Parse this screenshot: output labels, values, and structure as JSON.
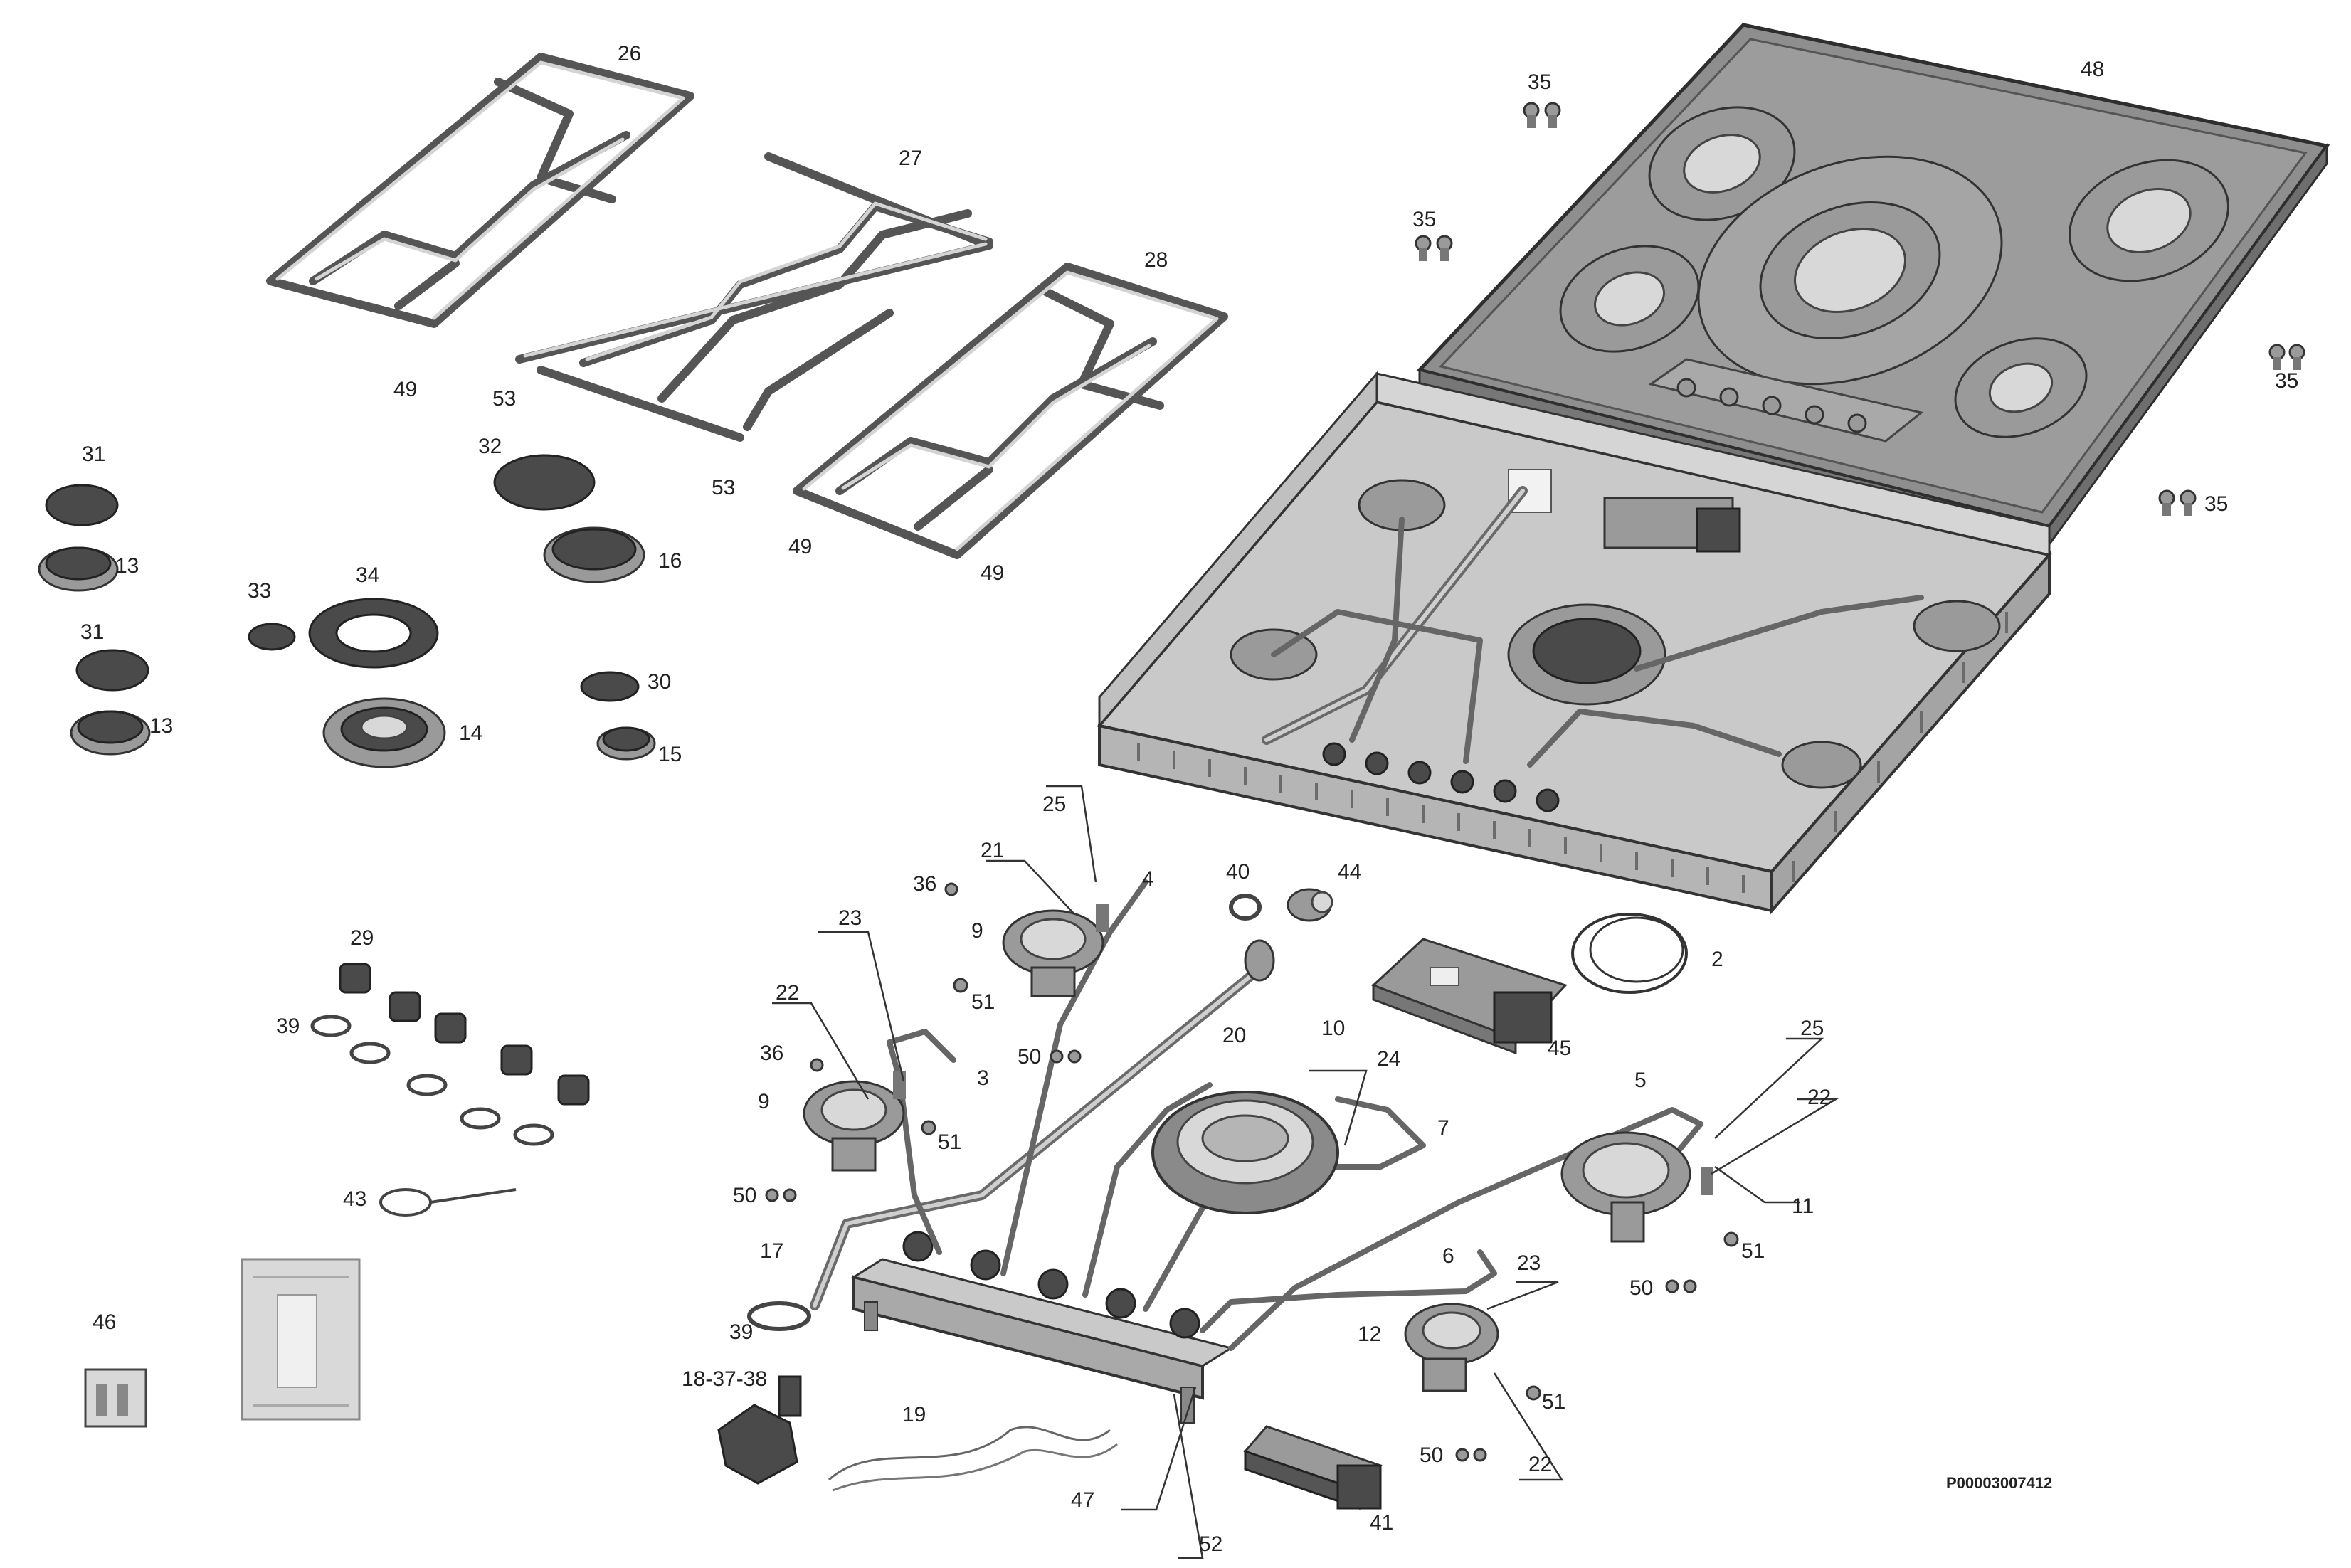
{
  "diagram": {
    "type": "exploded-parts-view",
    "document_code": "P00003007412"
  },
  "labels": {
    "l2": "2",
    "l3": "3",
    "l4": "4",
    "l5": "5",
    "l6": "6",
    "l7": "7",
    "l9a": "9",
    "l9b": "9",
    "l10": "10",
    "l11": "11",
    "l12": "12",
    "l13a": "13",
    "l13b": "13",
    "l14": "14",
    "l15": "15",
    "l16": "16",
    "l17": "17",
    "l18": "18-37-38",
    "l19": "19",
    "l20": "20",
    "l21": "21",
    "l22a": "22",
    "l22b": "22",
    "l22c": "22",
    "l23a": "23",
    "l23b": "23",
    "l24": "24",
    "l25a": "25",
    "l25b": "25",
    "l26": "26",
    "l27": "27",
    "l28": "28",
    "l29": "29",
    "l30": "30",
    "l31a": "31",
    "l31b": "31",
    "l32": "32",
    "l33": "33",
    "l34": "34",
    "l35a": "35",
    "l35b": "35",
    "l35c": "35",
    "l35d": "35",
    "l36a": "36",
    "l36b": "36",
    "l39a": "39",
    "l39b": "39",
    "l40": "40",
    "l41": "41",
    "l43": "43",
    "l44": "44",
    "l45": "45",
    "l46": "46",
    "l47": "47",
    "l48": "48",
    "l49a": "49",
    "l49b": "49",
    "l49c": "49",
    "l50a": "50",
    "l50b": "50",
    "l50c": "50",
    "l50d": "50",
    "l51a": "51",
    "l51b": "51",
    "l51c": "51",
    "l51d": "51",
    "l52": "52",
    "l53a": "53",
    "l53b": "53"
  }
}
